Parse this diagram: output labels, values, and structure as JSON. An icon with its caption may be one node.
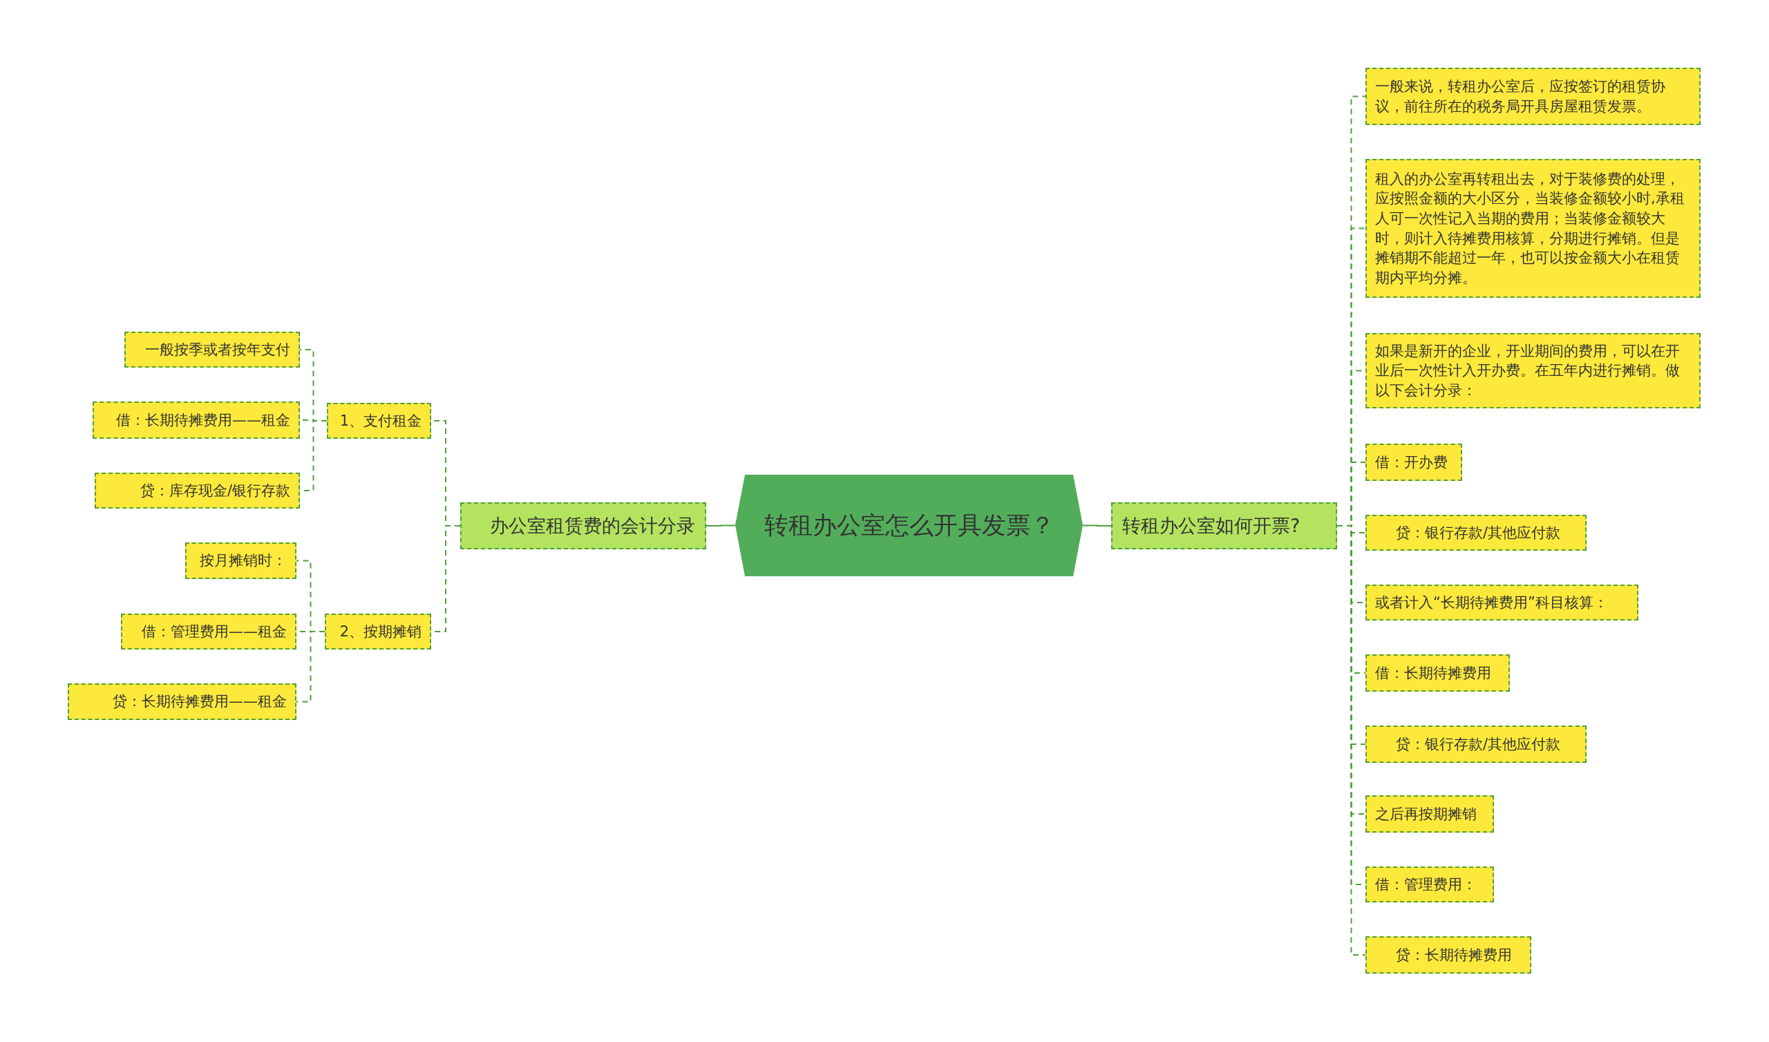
{
  "diagram": {
    "nodes": [
      {
        "text": [
          "转租办公室怎么开具发票？"
        ]
      },
      {
        "text": [
          "办公室租赁费的会计分录"
        ]
      },
      {
        "text": [
          "1、支付租金"
        ]
      },
      {
        "text": [
          "一般按季或者按年支付"
        ]
      },
      {
        "text": [
          "借：长期待摊费用——租金"
        ]
      },
      {
        "text": [
          "贷：库存现金/银行存款"
        ]
      },
      {
        "text": [
          "2、按期摊销"
        ]
      },
      {
        "text": [
          "按月摊销时："
        ]
      },
      {
        "text": [
          "借：管理费用——租金"
        ]
      },
      {
        "text": [
          "贷：长期待摊费用——租金"
        ]
      },
      {
        "text": [
          "转租办公室如何开票?"
        ]
      },
      {
        "text": [
          "一般来说，转租办公室后，应按签订的租赁协议，前往所在的税务局开具房屋租赁发票。"
        ]
      },
      {
        "text": [
          "租入的办公室再转租出去，对于装修费的处理，应按照金额的大小区分，当装修金额较小时,承租人可一次性记入当期的费用；当装修金额较大时，则计入待摊费用核算，分期进行摊销。但是摊销期不能超过一年，也可以按金额大小在租赁期内平均分摊。"
        ]
      },
      {
        "text": [
          "如果是新开的企业，开业期间的费用，可以在开业后一次性计入开办费。在五年内进行摊销。做以下会计分录："
        ]
      },
      {
        "text": [
          "借：开办费"
        ]
      },
      {
        "text": [
          "贷：银行存款/其他应付款"
        ]
      },
      {
        "text": [
          "或者计入“长期待摊费用”科目核算："
        ]
      },
      {
        "text": [
          "借：长期待摊费用"
        ]
      },
      {
        "text": [
          "贷：银行存款/其他应付款"
        ]
      },
      {
        "text": [
          "之后再按期摊销"
        ]
      },
      {
        "text": [
          "借：管理费用："
        ]
      },
      {
        "text": [
          "贷：长期待摊费用"
        ]
      }
    ],
    "edges": [
      {
        "from": 0,
        "to": 1,
        "arrow": "none"
      },
      {
        "from": 1,
        "to": 2,
        "arrow": "none",
        "style": "dashed"
      },
      {
        "from": 2,
        "to": 3,
        "arrow": "none",
        "style": "dashed"
      },
      {
        "from": 2,
        "to": 4,
        "arrow": "none",
        "style": "dashed"
      },
      {
        "from": 2,
        "to": 5,
        "arrow": "none",
        "style": "dashed"
      },
      {
        "from": 1,
        "to": 6,
        "arrow": "none",
        "style": "dashed"
      },
      {
        "from": 6,
        "to": 7,
        "arrow": "none",
        "style": "dashed"
      },
      {
        "from": 6,
        "to": 8,
        "arrow": "none",
        "style": "dashed"
      },
      {
        "from": 6,
        "to": 9,
        "arrow": "none",
        "style": "dashed"
      },
      {
        "from": 0,
        "to": 10,
        "arrow": "none"
      },
      {
        "from": 10,
        "to": 11,
        "arrow": "none",
        "style": "dashed"
      },
      {
        "from": 10,
        "to": 12,
        "arrow": "none",
        "style": "dashed"
      },
      {
        "from": 10,
        "to": 13,
        "arrow": "none",
        "style": "dashed"
      },
      {
        "from": 10,
        "to": 14,
        "arrow": "none",
        "style": "dashed"
      },
      {
        "from": 10,
        "to": 15,
        "arrow": "none",
        "style": "dashed"
      },
      {
        "from": 10,
        "to": 16,
        "arrow": "none",
        "style": "dashed"
      },
      {
        "from": 10,
        "to": 17,
        "arrow": "none",
        "style": "dashed"
      },
      {
        "from": 10,
        "to": 18,
        "arrow": "none",
        "style": "dashed"
      },
      {
        "from": 10,
        "to": 19,
        "arrow": "none",
        "style": "dashed"
      },
      {
        "from": 10,
        "to": 20,
        "arrow": "none",
        "style": "dashed"
      },
      {
        "from": 10,
        "to": 21,
        "arrow": "none",
        "style": "dashed"
      }
    ]
  }
}
